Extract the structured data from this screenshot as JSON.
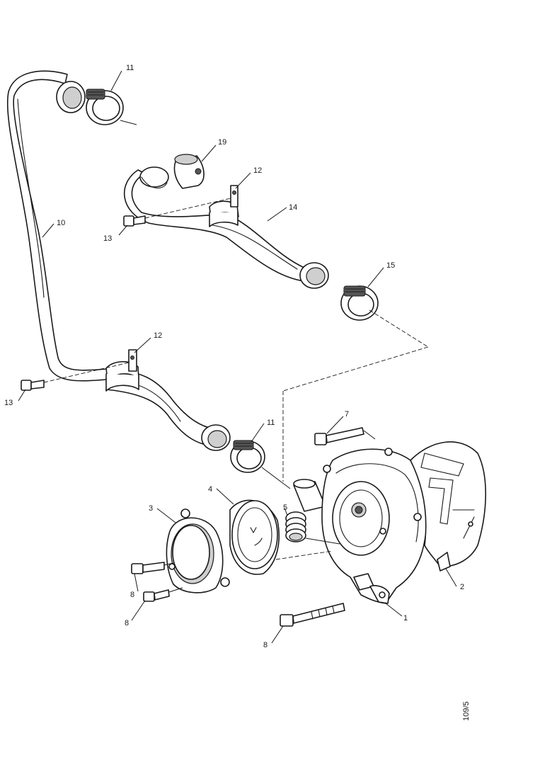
{
  "callouts": {
    "c1": "1",
    "c2": "2",
    "c3": "3",
    "c4": "4",
    "c5": "5",
    "c7": "7",
    "c8a": "8",
    "c8b": "8",
    "c8c": "8",
    "c10": "10",
    "c11a": "11",
    "c11b": "11",
    "c12a": "12",
    "c12b": "12",
    "c13a": "13",
    "c13b": "13",
    "c14": "14",
    "c15": "15",
    "c19": "19"
  },
  "reference_code": "109/5"
}
